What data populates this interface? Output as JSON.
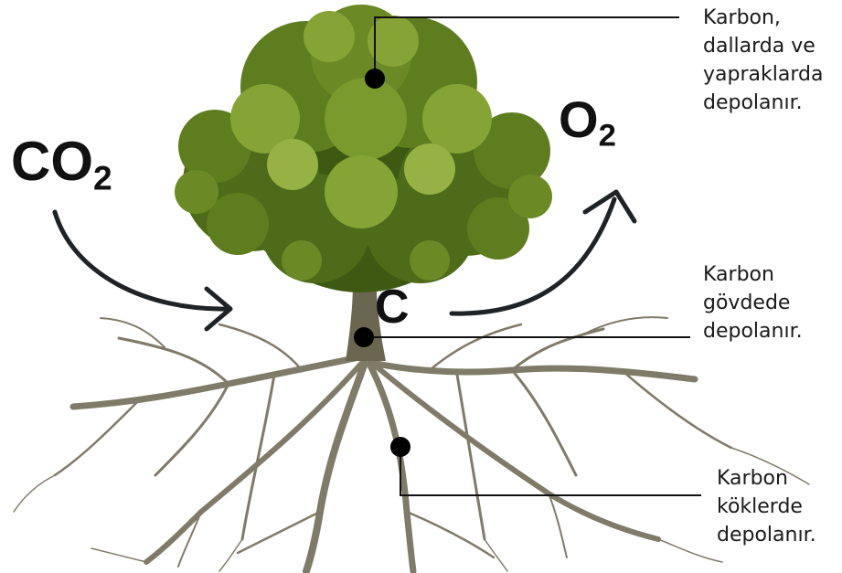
{
  "inputs": {
    "co2_main": "CO",
    "co2_sub": "2"
  },
  "outputs": {
    "o2_main": "O",
    "o2_sub": "2"
  },
  "trunk_symbol": "C",
  "labels": {
    "crown": [
      "Karbon,",
      "dallarda ve",
      "yapraklarda",
      "depolanır."
    ],
    "trunk": [
      "Karbon",
      "gövdede",
      "depolanır."
    ],
    "roots": [
      "Karbon",
      "köklerde",
      "depolanır."
    ]
  },
  "colors": {
    "foliage_dark": "#3e5a12",
    "foliage_mid": "#5e7d1e",
    "foliage_light": "#86a336",
    "bark": "#6b6650",
    "roots": "#807b68",
    "arrows": "#1f2326",
    "leader_lines": "#111111"
  }
}
